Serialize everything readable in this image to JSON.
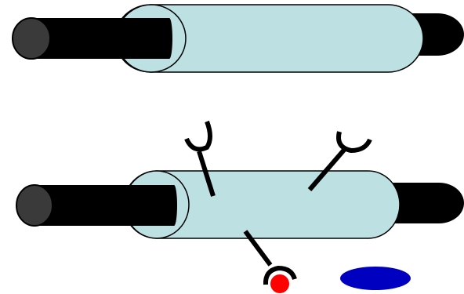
{
  "colors": {
    "background": "#ffffff",
    "rod": "#000000",
    "rod_end": "#3a3a3a",
    "tube_fill": "#bde0e3",
    "tube_stroke": "#000000",
    "marker_red": "#ff0000",
    "marker_blue": "#0000c0"
  },
  "diagram": {
    "assemblies": [
      {
        "name": "rod-assembly-top",
        "arms": []
      },
      {
        "name": "rod-assembly-bottom",
        "arms": [
          "arm-left",
          "arm-right",
          "arm-bottom"
        ]
      }
    ]
  }
}
